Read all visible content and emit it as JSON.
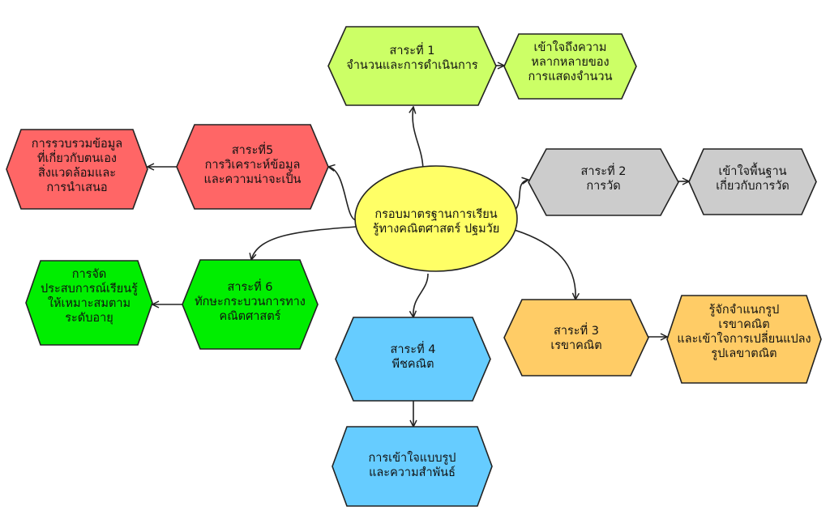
{
  "center": {
    "lines": [
      "กรอบมาตรฐานการเรียน",
      "รู้ทางคณิตศาสตร์ ปฐมวัย"
    ],
    "color": "#ffff66"
  },
  "topics": [
    {
      "id": "s1",
      "lines": [
        "สาระที่ 1",
        "จำนวนและการดำเนินการ"
      ],
      "color": "#ccff66",
      "child": {
        "lines": [
          "เข้าใจถึงความ",
          "หลากหลายของ",
          "การแสดงจำนวน"
        ]
      }
    },
    {
      "id": "s2",
      "lines": [
        "สาระที่ 2",
        "การวัด"
      ],
      "color": "#cccccc",
      "child": {
        "lines": [
          "เข้าใจพื้นฐาน",
          "เกี่ยวกับการวัด"
        ]
      }
    },
    {
      "id": "s3",
      "lines": [
        "สาระที่ 3",
        "เรขาคณิต"
      ],
      "color": "#ffcc66",
      "child": {
        "lines": [
          "รู้จักจำแนกรูป",
          "เรขาคณิต",
          "และเข้าใจการเปลี่ยนแปลง",
          "รูปเลขาตณิต"
        ]
      }
    },
    {
      "id": "s4",
      "lines": [
        "สาระที่ 4",
        "พีชคณิต"
      ],
      "color": "#66ccff",
      "child": {
        "lines": [
          "การเข้าใจแบบรูป",
          "และความสำพันธ์"
        ]
      }
    },
    {
      "id": "s5",
      "lines": [
        "สาระที่5",
        "การวิเคราะห์ข้อมูล",
        "และความน่าจะเป็น"
      ],
      "color": "#ff6666",
      "child": {
        "lines": [
          "การรวบรวมข้อมูล",
          "ที่เกี่ยวกับตนเอง",
          "สิ่งแวดล้อมและ",
          "การนำเสนอ"
        ]
      }
    },
    {
      "id": "s6",
      "lines": [
        "สาระที่ 6",
        "ทักษะกระบวนการทาง",
        "คณิตศาสตร์"
      ],
      "color": "#00ee00",
      "child": {
        "lines": [
          "การจัด",
          "ประสบการณ์เรียนรู้",
          "ให้เหมาะสมตาม",
          "ระดับอายุ"
        ]
      }
    }
  ]
}
